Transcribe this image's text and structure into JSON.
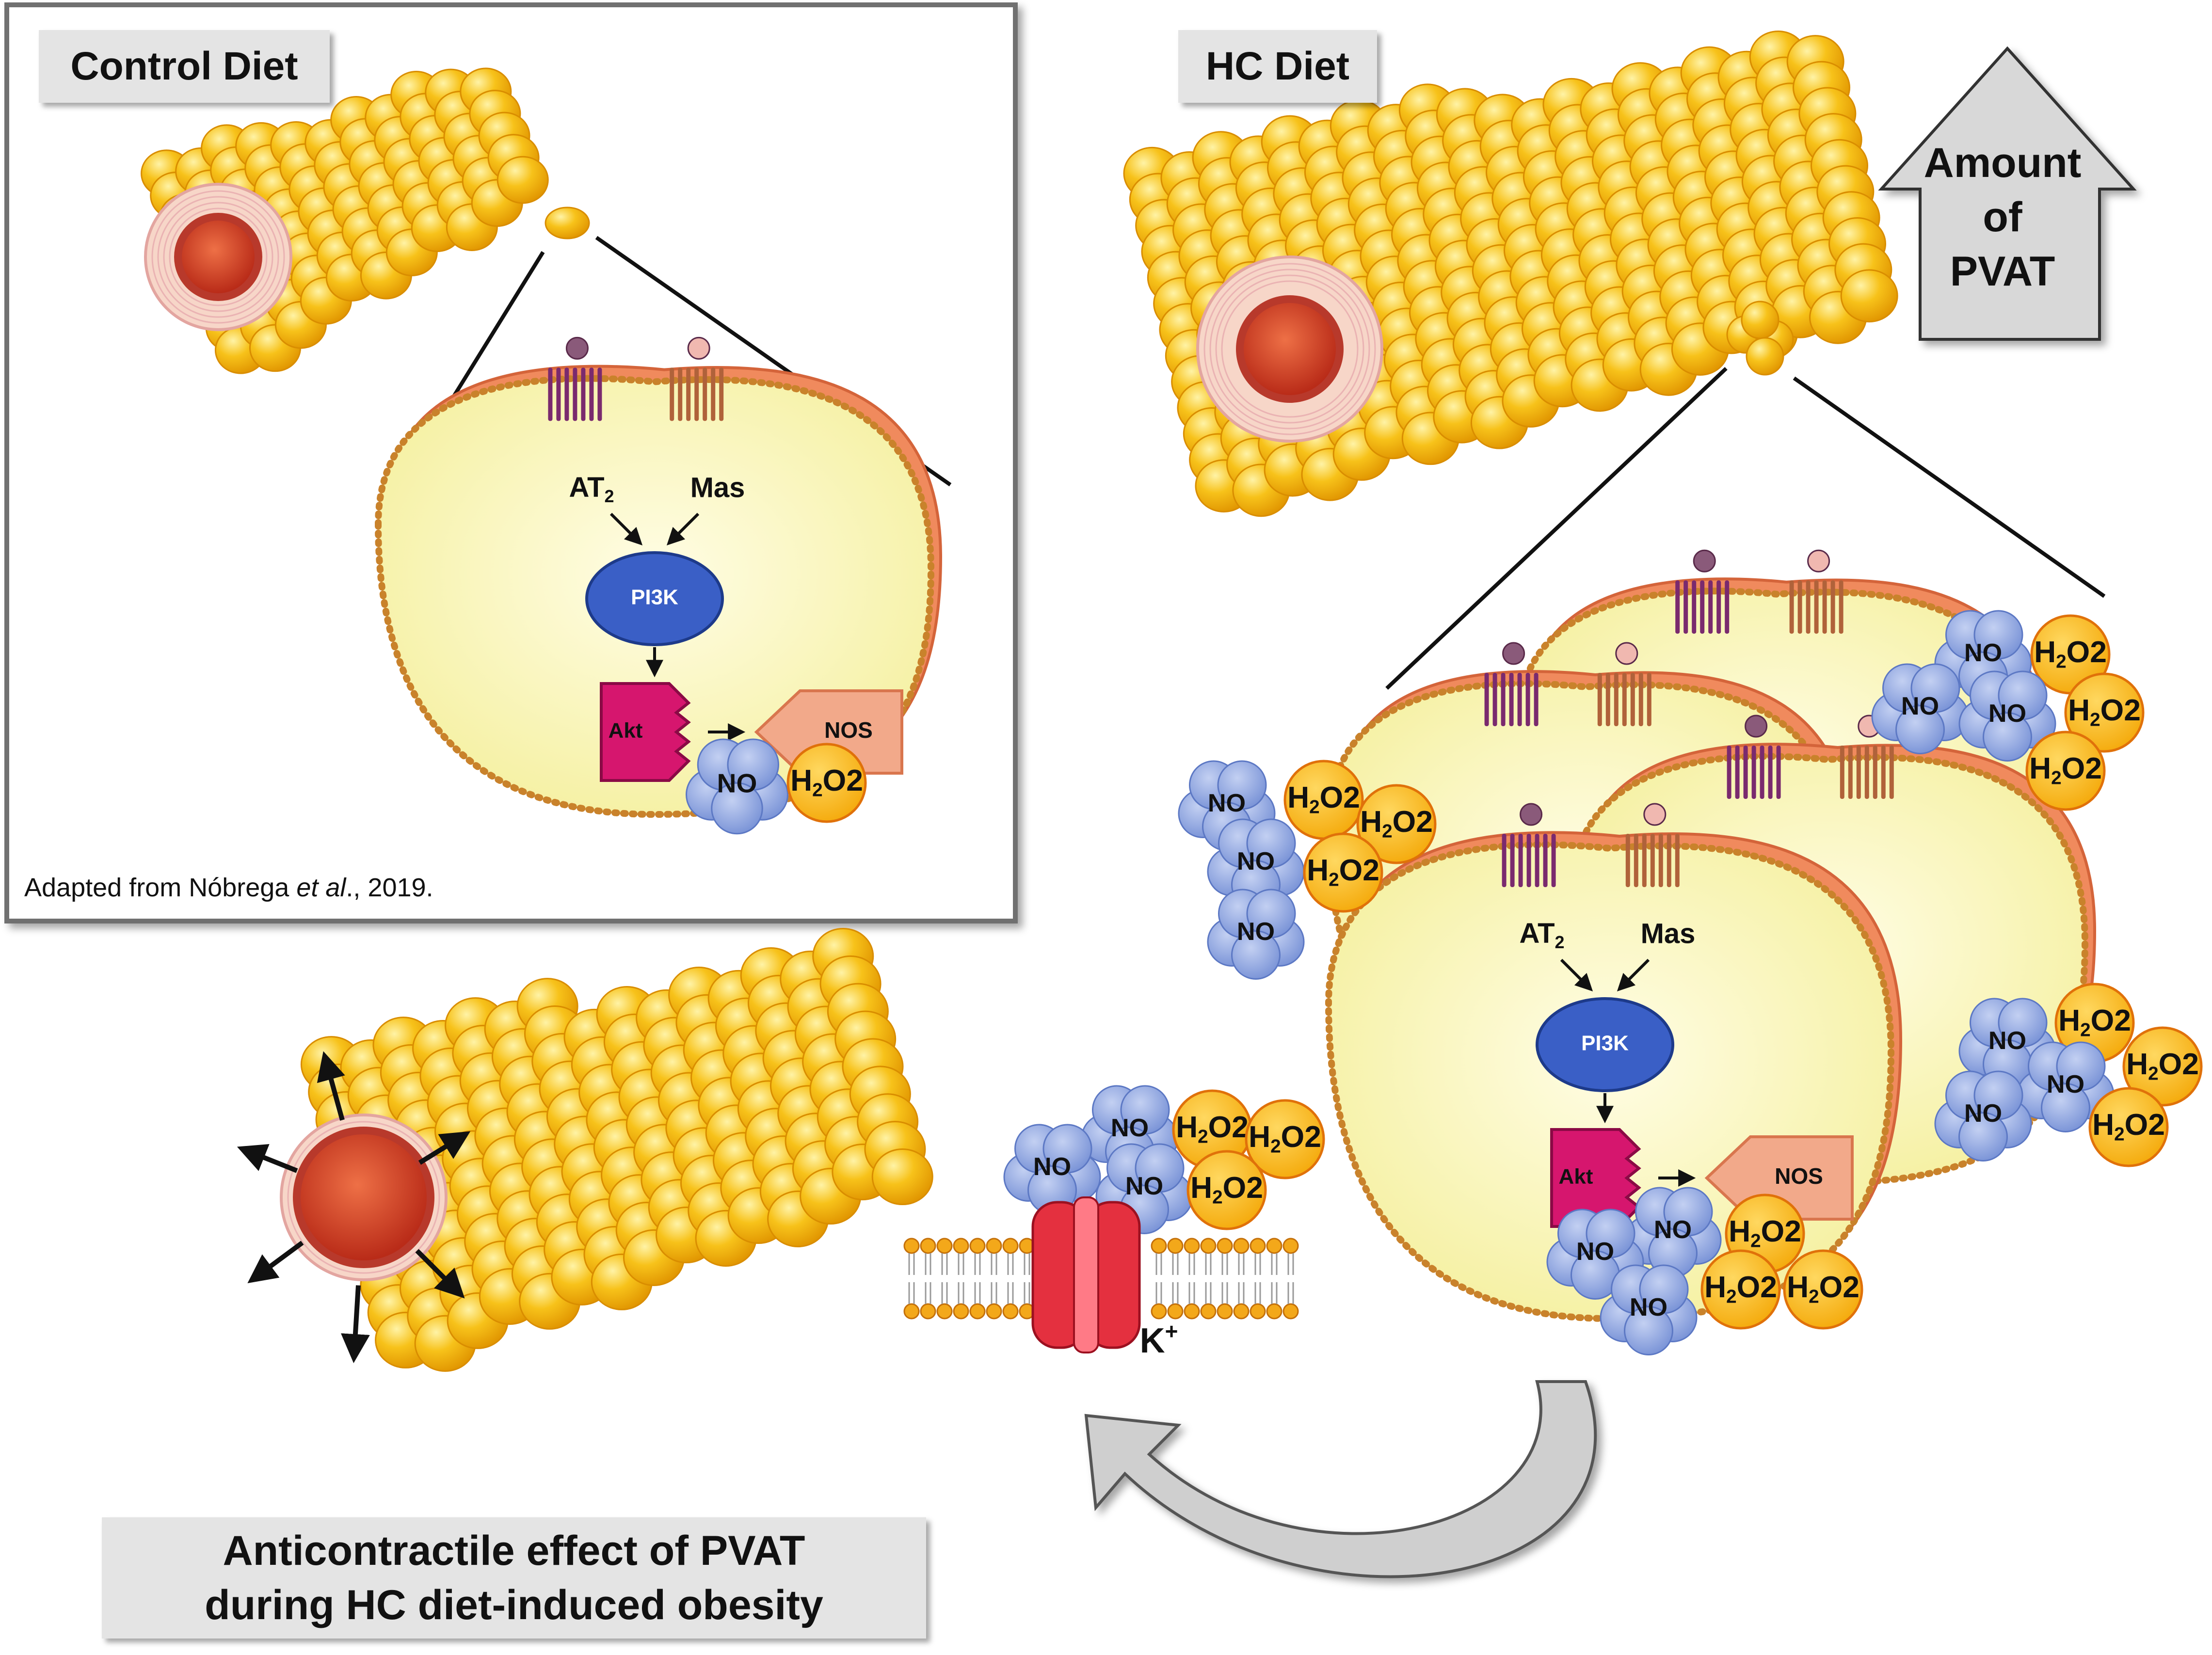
{
  "panels": {
    "control": {
      "title": "Control Diet",
      "credit_prefix": "Adapted from Nóbrega ",
      "credit_etal": "et al",
      "credit_suffix": "., 2019."
    },
    "hc": {
      "title": "HC Diet"
    }
  },
  "amount_arrow": {
    "line1": "Amount",
    "line2": "of",
    "line3": "PVAT"
  },
  "receptors": {
    "at": "AT",
    "at_sub": "2",
    "mas": "Mas"
  },
  "pathway": {
    "pi3k": "PI3K",
    "akt": "Akt",
    "nos": "NOS"
  },
  "molecules": {
    "no": "NO",
    "h2o2_h": "H",
    "h2o2_sub": "2",
    "h2o2_o": "O"
  },
  "channel": {
    "ion": "K",
    "ion_sup": "+"
  },
  "caption": {
    "line1": "Anticontractile effect of PVAT",
    "line2": "during HC diet-induced obesity"
  },
  "colors": {
    "fat": "#f7c21a",
    "fat_dark": "#e39c00",
    "vessel": "#d9442a",
    "cell_fill": "#fdf9c4",
    "membrane": "#f08a5d",
    "pi3k": "#3a5fc6",
    "akt": "#d6166e",
    "nos": "#f2a98a",
    "no": "#8ea6e0",
    "h2o2": "#f9b90c",
    "channel": "#e4303f"
  }
}
